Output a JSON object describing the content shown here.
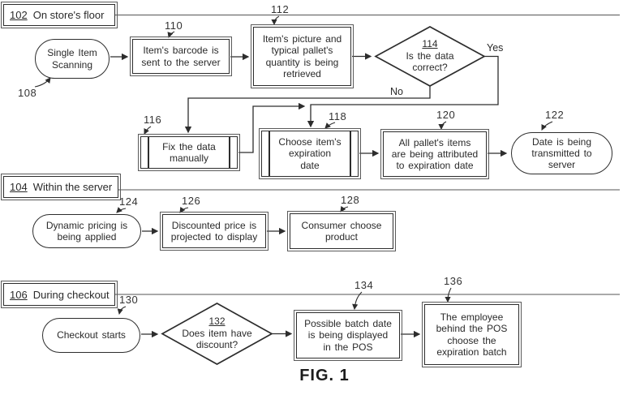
{
  "figure": {
    "caption": "FIG. 1"
  },
  "colors": {
    "ink": "#2d2d2d",
    "rule": "#555555",
    "background": "#ffffff"
  },
  "sections": [
    {
      "ref": "102",
      "title": "On store's floor"
    },
    {
      "ref": "104",
      "title": "Within the server"
    },
    {
      "ref": "106",
      "title": "During checkout"
    }
  ],
  "edges": {
    "yes": "Yes",
    "no": "No"
  },
  "nodes": {
    "n108": {
      "ref": "108",
      "shape": "terminal",
      "label": "Single Item\nScanning"
    },
    "n110": {
      "ref": "110",
      "shape": "process",
      "label": "Item's barcode is\nsent to the server"
    },
    "n112": {
      "ref": "112",
      "shape": "process",
      "label": "Item's picture and\ntypical pallet's\nquantity is being\nretrieved"
    },
    "n114": {
      "ref": "114",
      "shape": "decision",
      "label": "Is the data\ncorrect?"
    },
    "n116": {
      "ref": "116",
      "shape": "subroutine",
      "label": "Fix the data\nmanually"
    },
    "n118": {
      "ref": "118",
      "shape": "subroutine",
      "label": "Choose item's\nexpiration\ndate"
    },
    "n120": {
      "ref": "120",
      "shape": "process",
      "label": "All pallet's items\nare being attributed\nto expiration date"
    },
    "n122": {
      "ref": "122",
      "shape": "terminal",
      "label": "Date is being\ntransmitted to\nserver"
    },
    "n124": {
      "ref": "124",
      "shape": "terminal",
      "label": "Dynamic pricing is\nbeing applied"
    },
    "n126": {
      "ref": "126",
      "shape": "process",
      "label": "Discounted price is\nprojected to display"
    },
    "n128": {
      "ref": "128",
      "shape": "process",
      "label": "Consumer choose\nproduct"
    },
    "n130": {
      "ref": "130",
      "shape": "terminal",
      "label": "Checkout starts"
    },
    "n132": {
      "ref": "132",
      "shape": "decision",
      "label": "Does item have\ndiscount?"
    },
    "n134": {
      "ref": "134",
      "shape": "process",
      "label": "Possible batch date\nis being displayed\nin the POS"
    },
    "n136": {
      "ref": "136",
      "shape": "process",
      "label": "The employee\nbehind the POS\nchoose the\nexpiration batch"
    }
  }
}
